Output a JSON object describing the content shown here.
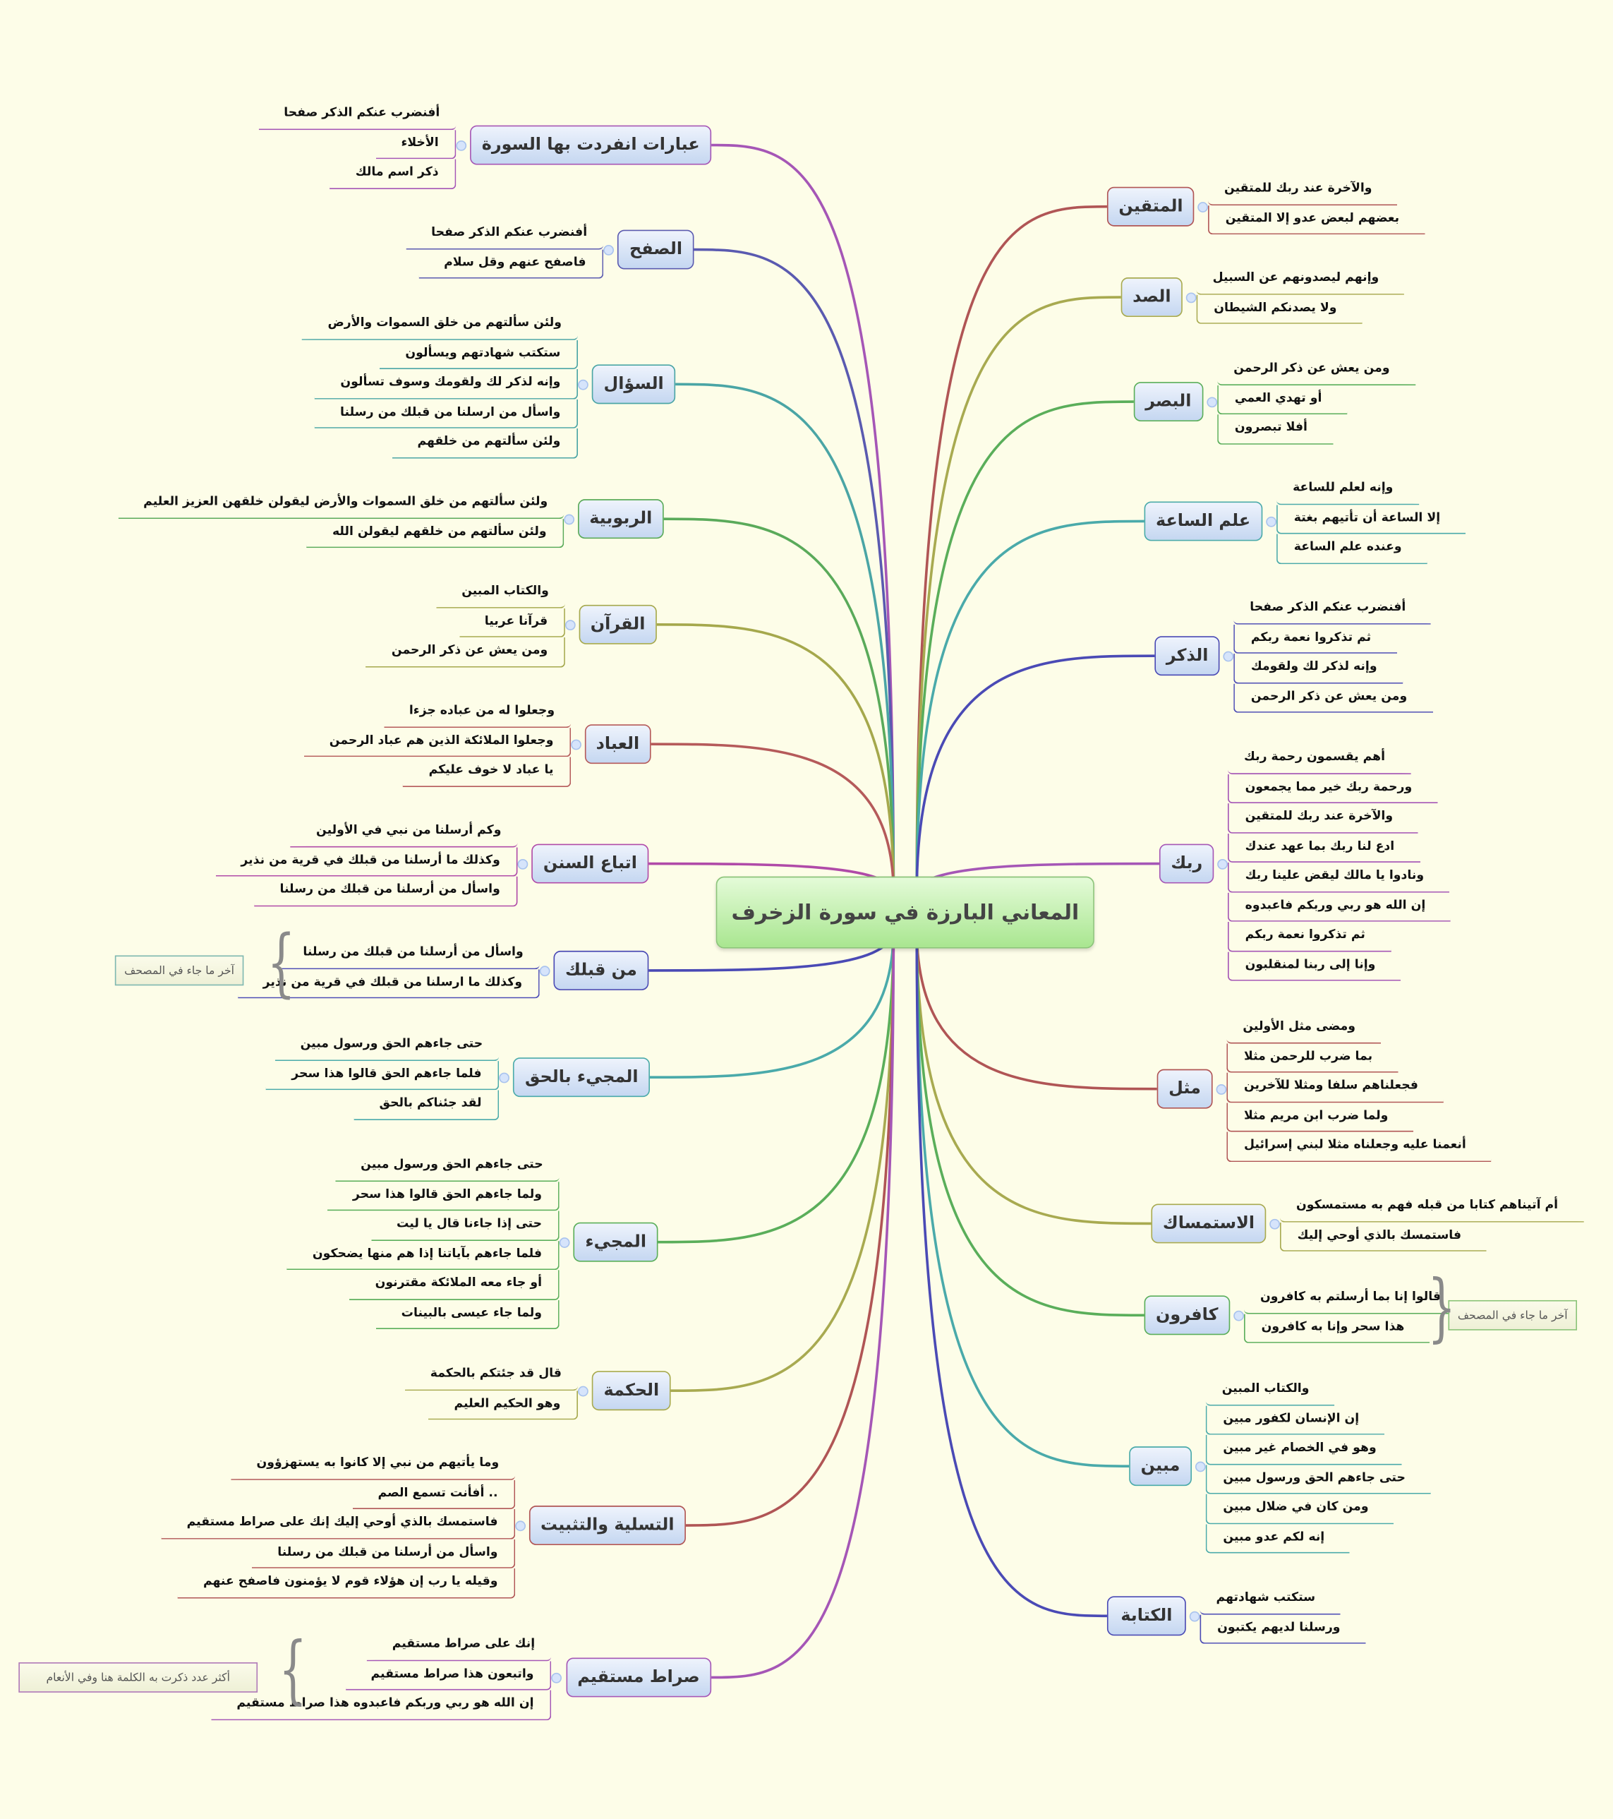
{
  "title": "المعاني البارزة في سورة الزخرف",
  "left_branches": [
    {
      "label": "عبارات انفردت بها السورة",
      "color": "#a556b6",
      "children": [
        "أفنضرب عنكم الذكر صفحا",
        "الأخلاء",
        "ذكر اسم مالك"
      ]
    },
    {
      "label": "الصفح",
      "color": "#5a5ab0",
      "children": [
        "أفنضرب عنكم الذكر صفحا",
        "فاصفح عنهم وقل سلام"
      ]
    },
    {
      "label": "السؤال",
      "color": "#4aa5a5",
      "children": [
        "ولئن سألتهم من خلق السموات والأرض",
        "ستكتب شهادتهم ويسألون",
        "وإنه لذكر لك ولقومك وسوف تسألون",
        "واسأل من ارسلنا من قبلك من رسلنا",
        "ولئن سألتهم من خلقهم"
      ]
    },
    {
      "label": "الربوبية",
      "color": "#5aaa5a",
      "children": [
        "ولئن سألتهم من خلق السموات والأرض ليقولن خلقهن العزيز العليم",
        "ولئن سألتهم من خلقهم ليقولن الله"
      ]
    },
    {
      "label": "القرآن",
      "color": "#a5a84c",
      "children": [
        "والكتاب المبين",
        "قرآنا عربيا",
        "ومن يعش عن ذكر الرحمن"
      ]
    },
    {
      "label": "العباد",
      "color": "#b55a5a",
      "children": [
        "وجعلوا له من عباده جزءا",
        "وجعلوا الملائكة الذين هم عباد الرحمن",
        "يا عباد لا خوف عليكم"
      ]
    },
    {
      "label": "اتباع السنن",
      "color": "#b04aa8",
      "children": [
        "وكم أرسلنا من نبي في الأولين",
        "وكذلك ما أرسلنا من قبلك في قرية من نذير",
        "واسأل من أرسلنا من قبلك من رسلنا"
      ]
    },
    {
      "label": "من قبلك",
      "color": "#4a4ab5",
      "children": [
        "واسأل من أرسلنا من قبلك من رسلنا",
        "وكذلك ما ارسلنا من قبلك في قرية من نذير"
      ],
      "note": "آخر ما جاء في المصحف"
    },
    {
      "label": "المجيء بالحق",
      "color": "#4aaaaa",
      "children": [
        "حتى جاءهم الحق ورسول مبين",
        "فلما جاءهم الحق قالوا هذا سحر",
        "لقد جئناكم بالحق"
      ]
    },
    {
      "label": "المجيء",
      "color": "#5aae5a",
      "children": [
        "حتى جاءهم الحق ورسول مبين",
        "ولما جاءهم الحق قالوا هذا سحر",
        "حتى إذا جاءنا قال يا ليت",
        "فلما جاءهم بآياتنا إذا هم منها يضحكون",
        "أو جاء معه الملائكة مقترنون",
        "ولما جاء عيسى بالبينات"
      ]
    },
    {
      "label": "الحكمة",
      "color": "#a8aa50",
      "children": [
        "قال قد جئتكم بالحكمة",
        "وهو الحكيم العليم"
      ]
    },
    {
      "label": "التسلية والتثبيت",
      "color": "#b05555",
      "children": [
        "وما يأتيهم من نبي إلا كانوا به يستهزؤون",
        ".. أفأنت تسمع الصم",
        "فاستمسك بالذي أوحي إليك إنك على صراط مستقيم",
        "واسأل من أرسلنا من قبلك من رسلنا",
        "وقيله يا رب إن هؤلاء قوم لا يؤمنون فاصفح عنهم"
      ]
    },
    {
      "label": "صراط مستقيم",
      "color": "#a556b6",
      "children": [
        "إنك على صراط مستقيم",
        "واتبعون هذا صراط مستقيم",
        "إن الله هو ربي وربكم فاعبدوه هذا صراط مستقيم"
      ],
      "note": "أكثر عدد ذكرت به الكلمة هنا وفي الأنعام"
    }
  ],
  "right_branches": [
    {
      "label": "المتقين",
      "color": "#b05555",
      "children": [
        "والآخرة عند ربك للمتقين",
        "بعضهم لبعض عدو إلا المتقين"
      ]
    },
    {
      "label": "الصد",
      "color": "#a8aa50",
      "children": [
        "وإنهم ليصدونهم عن السبيل",
        "ولا يصدنكم الشيطان"
      ]
    },
    {
      "label": "البصر",
      "color": "#5aae5a",
      "children": [
        "ومن يعش عن ذكر الرحمن",
        "أو تهدي العمي",
        "أفلا تبصرون"
      ]
    },
    {
      "label": "علم الساعة",
      "color": "#4aaaaa",
      "children": [
        "وإنه لعلم للساعة",
        "إلا الساعة أن تأتيهم بغتة",
        "وعنده علم الساعة"
      ]
    },
    {
      "label": "الذكر",
      "color": "#4a4ab5",
      "children": [
        "أفنضرب عنكم الذكر صفحا",
        "ثم تذكروا نعمة ربكم",
        "وإنه لذكر لك ولقومك",
        "ومن يعش عن ذكر الرحمن"
      ]
    },
    {
      "label": "ربك",
      "color": "#a556b6",
      "children": [
        "أهم يقسمون رحمة ربك",
        "ورحمة ربك خير مما يجمعون",
        "والآخرة عند ربك للمتقين",
        "ادع لنا ربك بما عهد عندك",
        "ونادوا يا مالك ليقض علينا ربك",
        "إن الله هو ربي وربكم فاعبدوه",
        "ثم تذكروا نعمة ربكم",
        "وإنا إلى ربنا لمنقلبون"
      ]
    },
    {
      "label": "مثل",
      "color": "#b05555",
      "children": [
        "ومضى مثل الأولين",
        "بما ضرب للرحمن مثلا",
        "فجعلناهم سلفا ومثلا للآخرين",
        "ولما ضرب ابن مريم مثلا",
        "أنعمنا عليه وجعلناه مثلا لبني إسرائيل"
      ]
    },
    {
      "label": "الاستمساك",
      "color": "#a8aa50",
      "children": [
        "أم آتيناهم كتابا من قبله فهم به مستمسكون",
        "فاستمسك بالذي أوحي إليك"
      ]
    },
    {
      "label": "كافرون",
      "color": "#5aae5a",
      "children": [
        "قالوا إنا بما أرسلتم به كافرون",
        "هذا سحر وإنا به كافرون"
      ],
      "note": "آخر ما جاء في المصحف"
    },
    {
      "label": "مبين",
      "color": "#4aaaaa",
      "children": [
        "والكتاب المبين",
        "إن الإنسان لكفور مبين",
        "وهو في الخصام غير مبين",
        "حتى جاءهم الحق ورسول مبين",
        "ومن كان في ضلال مبين",
        "إنه لكم عدو مبين"
      ]
    },
    {
      "label": "الكتابة",
      "color": "#4a4ab5",
      "children": [
        "ستكتب شهادتهم",
        "ورسلنا لديهم يكتبون"
      ]
    }
  ]
}
